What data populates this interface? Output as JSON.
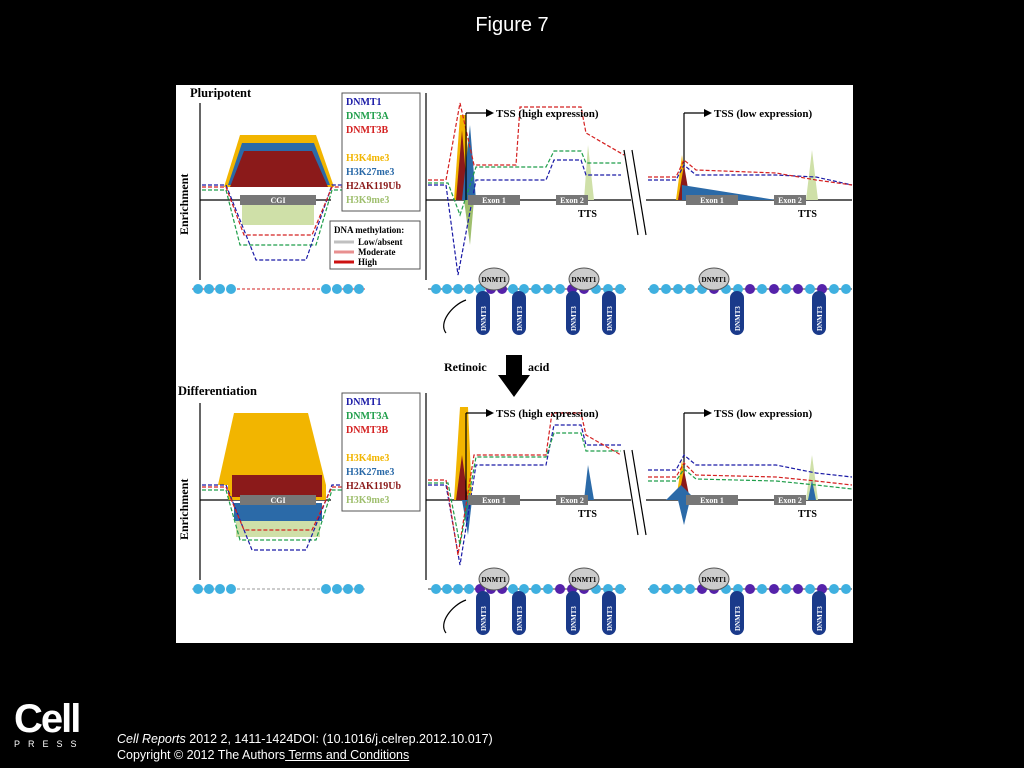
{
  "slide": {
    "title": "Figure 7"
  },
  "panels": [
    {
      "title": "Pluripotent",
      "cgi_label": "CGI"
    },
    {
      "title": "Differentiation",
      "cgi_label": "CGI"
    }
  ],
  "axis_label": "Enrichment",
  "legend": {
    "items": [
      {
        "label": "DNMT1",
        "color": "#1a1aa6"
      },
      {
        "label": "DNMT3A",
        "color": "#1f9e4a"
      },
      {
        "label": "DNMT3B",
        "color": "#d42020"
      },
      {
        "label": "H3K4me3",
        "color": "#f2b500"
      },
      {
        "label": "H3K27me3",
        "color": "#2b6aa8"
      },
      {
        "label": "H2AK119Ub",
        "color": "#8b1a1a"
      },
      {
        "label": "H3K9me3",
        "color": "#9fbf6e"
      }
    ],
    "methylation_title": "DNA methylation:",
    "methylation_items": [
      {
        "label": "Low/absent",
        "color": "#c0c0c0"
      },
      {
        "label": "Moderate",
        "color": "#e89090"
      },
      {
        "label": "High",
        "color": "#cc1010"
      }
    ]
  },
  "gene_labels": {
    "tss_high": "TSS (high expression)",
    "tss_low": "TSS (low expression)",
    "exon1": "Exon 1",
    "exon2": "Exon 2",
    "tts": "TTS",
    "dnmt1": "DNMT1",
    "dnmt3": "DNMT3"
  },
  "transition": {
    "left": "Retinoic",
    "right": "acid"
  },
  "publisher": {
    "logo_main": "Cell",
    "logo_sub": "PRESS"
  },
  "citation": {
    "journal": "Cell Reports",
    "details": " 2012 2, 1411-1424DOI: (10.1016/j.celrep.2012.10.017)",
    "copyright": "Copyright © 2012 The Authors",
    "terms_link": " Terms and Conditions"
  }
}
